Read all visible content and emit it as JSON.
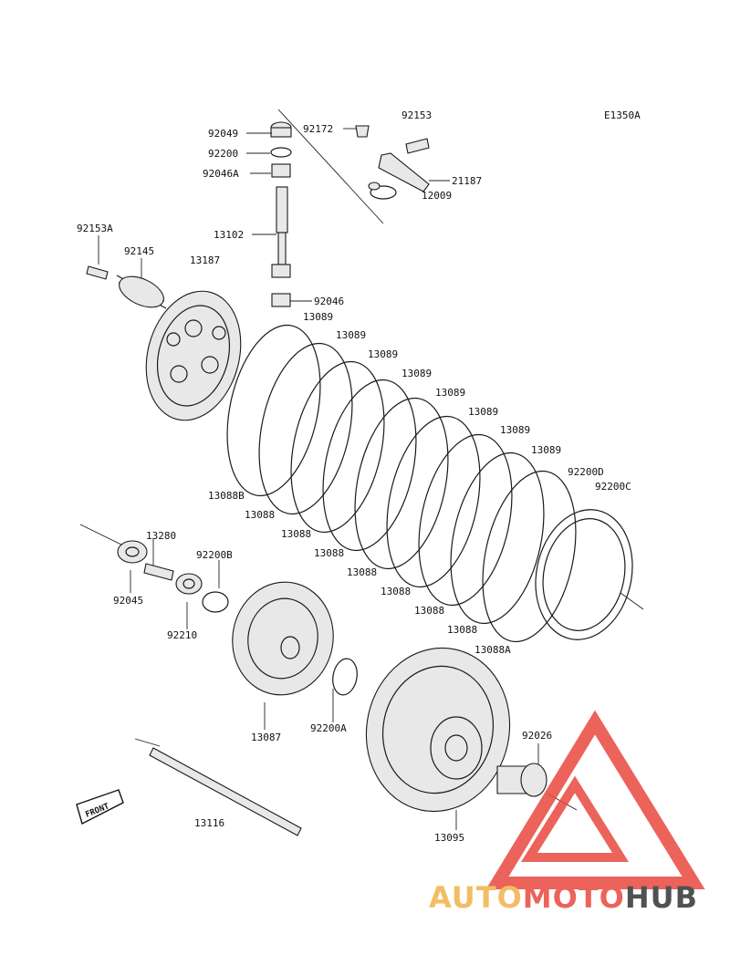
{
  "diagram_code": "E1350A",
  "front_label": "FRONT",
  "watermark": {
    "part1": "AUTO",
    "part2": "MOTO",
    "part3": "HUB",
    "color1": "#f2b24a",
    "color2": "#e8483f",
    "color3": "#333333",
    "triangle_color": "#e8483f"
  },
  "labels": {
    "p92049": "92049",
    "p92200": "92200",
    "p92046A": "92046A",
    "p92172": "92172",
    "p92153": "92153",
    "p21187": "21187",
    "p12009": "12009",
    "p13102": "13102",
    "p92153A": "92153A",
    "p92145": "92145",
    "p13187": "13187",
    "p92046": "92046",
    "p13089_1": "13089",
    "p13089_2": "13089",
    "p13089_3": "13089",
    "p13089_4": "13089",
    "p13089_5": "13089",
    "p13089_6": "13089",
    "p13089_7": "13089",
    "p13089_8": "13089",
    "p92200D": "92200D",
    "p92200C": "92200C",
    "p13088B": "13088B",
    "p13088_1": "13088",
    "p13088_2": "13088",
    "p13088_3": "13088",
    "p13088_4": "13088",
    "p13088_5": "13088",
    "p13088_6": "13088",
    "p13088_7": "13088",
    "p13088A": "13088A",
    "p13280": "13280",
    "p92200B": "92200B",
    "p92045": "92045",
    "p92210": "92210",
    "p13087": "13087",
    "p92200A": "92200A",
    "p92026": "92026",
    "p13095": "13095",
    "p13116": "13116"
  }
}
